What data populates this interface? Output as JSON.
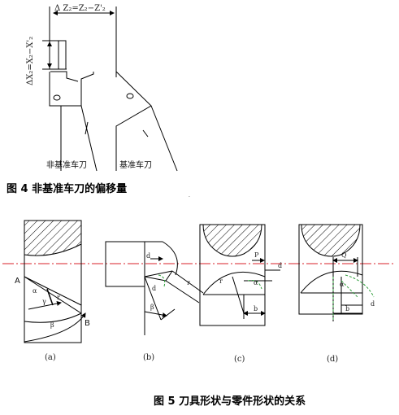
{
  "fig4": {
    "dim_top": "Δ Z₂=Z₂−Z'₂",
    "dim_left": "ΔX₂=X₂−X'₂",
    "label_nonref": "非基准车刀",
    "label_ref": "基准车刀",
    "caption": "图 4  非基准车刀的偏移量"
  },
  "fig5": {
    "panels": [
      {
        "tag": "(a)",
        "labels": [
          "A",
          "B",
          "α",
          "r",
          "β",
          "γ"
        ]
      },
      {
        "tag": "(b)",
        "labels": [
          "d",
          "r",
          "β",
          "d"
        ]
      },
      {
        "tag": "(c)",
        "labels": [
          "P",
          "d",
          "r",
          "b",
          "α"
        ]
      },
      {
        "tag": "(d)",
        "labels": [
          "Q",
          "d",
          "b",
          "α"
        ]
      }
    ],
    "caption": "图 5    刀具形状与零件形状的关系"
  },
  "colors": {
    "ink": "#000000",
    "centerline": "#d9202a",
    "green": "#2e9d3a"
  }
}
